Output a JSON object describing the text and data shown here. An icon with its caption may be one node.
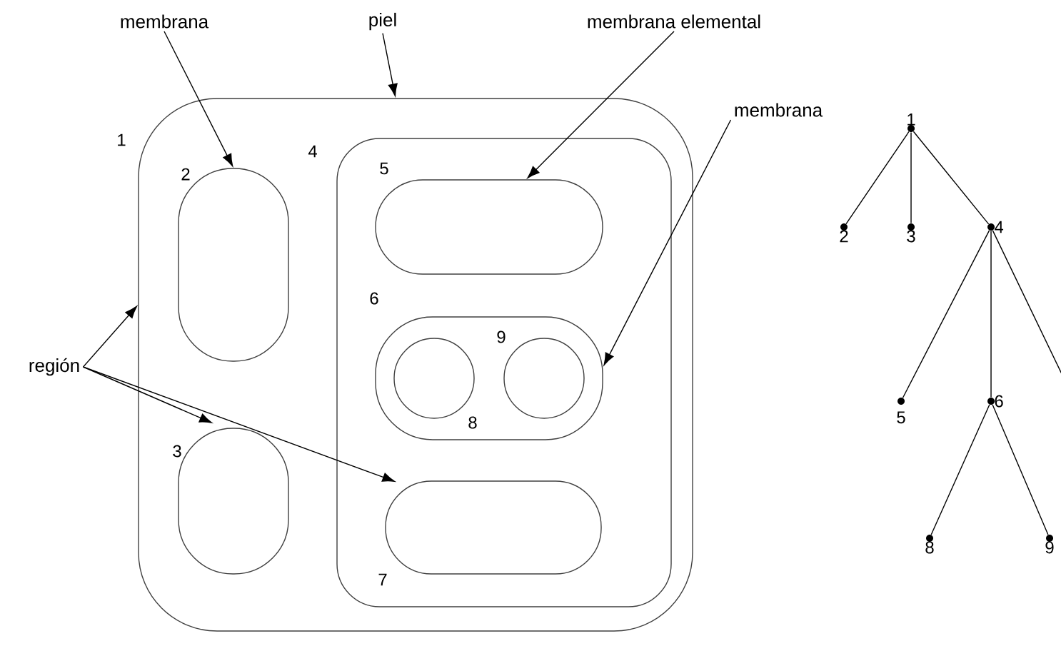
{
  "diagram": {
    "nodes": [
      {
        "text": [
          "1"
        ]
      },
      {
        "text": [
          "2"
        ],
        "in": 0
      },
      {
        "text": [
          "3"
        ],
        "in": 0
      },
      {
        "text": [
          "4"
        ],
        "in": 0
      },
      {
        "text": [
          "5"
        ],
        "in": 3
      },
      {
        "text": [
          "6"
        ],
        "in": 3
      },
      {
        "text": [
          "8"
        ],
        "in": 5
      },
      {
        "text": [
          "9"
        ],
        "in": 5
      },
      {
        "text": [
          "7"
        ],
        "in": 3
      },
      {
        "text": [
          "membrana"
        ]
      },
      {
        "text": [
          "piel"
        ]
      },
      {
        "text": [
          "membrana elemental"
        ]
      },
      {
        "text": [
          "membrana"
        ]
      },
      {
        "text": [
          "región"
        ]
      },
      {
        "text": [],
        "shape": "circle",
        "beside": [
          "1"
        ]
      },
      {
        "text": [],
        "shape": "circle",
        "beside": [
          "2"
        ]
      },
      {
        "text": [],
        "shape": "circle",
        "beside": [
          "3"
        ]
      },
      {
        "text": [],
        "shape": "circle",
        "beside": [
          "4"
        ]
      },
      {
        "text": [],
        "shape": "circle",
        "beside": [
          "5"
        ]
      },
      {
        "text": [],
        "shape": "circle",
        "beside": [
          "6"
        ]
      },
      {
        "text": [],
        "shape": "circle",
        "beside": [
          "8"
        ]
      },
      {
        "text": [],
        "shape": "circle",
        "beside": [
          "9"
        ]
      }
    ],
    "edges": [
      {
        "from": 9,
        "to": 1,
        "arrow": "to"
      },
      {
        "from": 10,
        "to": 0,
        "arrow": "to"
      },
      {
        "from": 11,
        "to": 4,
        "arrow": "to"
      },
      {
        "from": 12,
        "to": 5,
        "arrow": "to"
      },
      {
        "from": 13,
        "to": 0,
        "arrow": "to"
      },
      {
        "from": 13,
        "to": 2,
        "arrow": "to"
      },
      {
        "from": 13,
        "to": 8,
        "arrow": "to"
      },
      {
        "from": 14,
        "to": 15,
        "arrow": "none"
      },
      {
        "from": 14,
        "to": 16,
        "arrow": "none"
      },
      {
        "from": 14,
        "to": 17,
        "arrow": "none"
      },
      {
        "from": 17,
        "to": 18,
        "arrow": "none"
      },
      {
        "from": 17,
        "to": 19,
        "arrow": "none"
      },
      {
        "from": 17,
        "to": null,
        "arrow": "none"
      },
      {
        "from": 19,
        "to": 20,
        "arrow": "none"
      },
      {
        "from": 19,
        "to": 21,
        "arrow": "none"
      }
    ]
  }
}
